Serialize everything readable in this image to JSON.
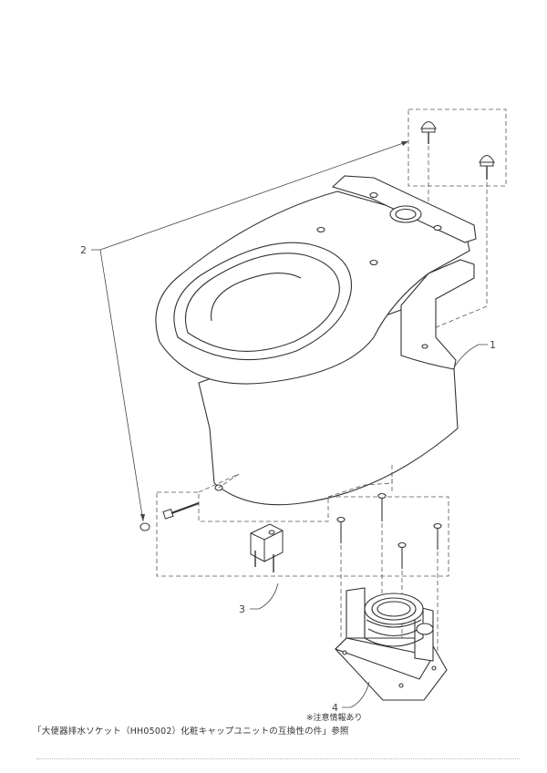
{
  "callouts": {
    "part1": "1",
    "part2": "2",
    "part3": "3",
    "part4": "4"
  },
  "notes": {
    "caution": "※注意情報あり",
    "reference": "「大便器排水ソケット（HH05002）化粧キャップユニットの互換性の件」参照"
  },
  "colors": {
    "line": "#333333",
    "fill": "#ffffff",
    "guide": "#555555"
  }
}
